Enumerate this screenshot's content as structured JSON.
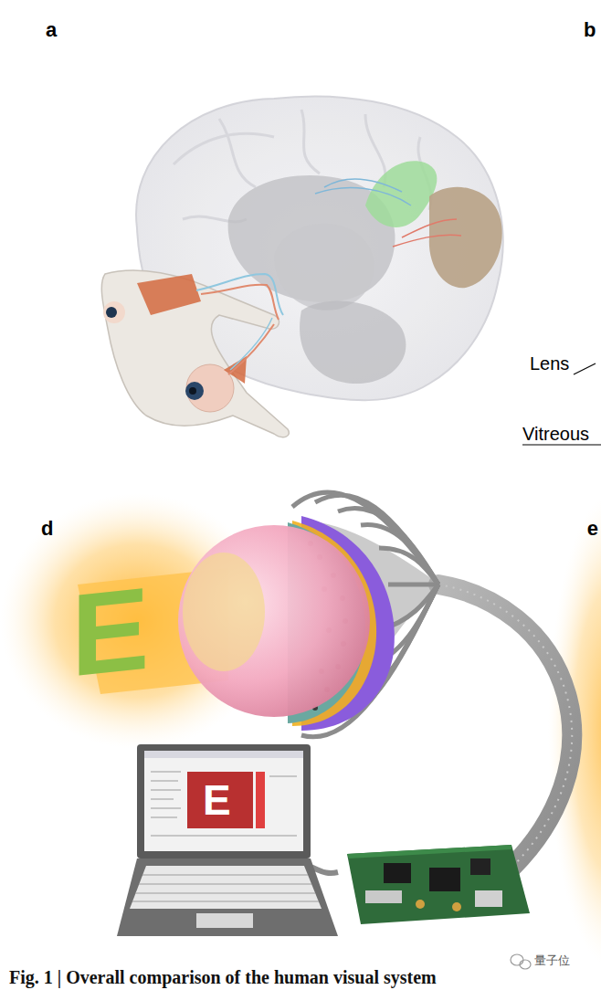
{
  "diagram": {
    "caption": "Fig. 1 | Overall comparison of the human visual system",
    "labels": [
      "a",
      "b",
      "Lens",
      "Vitreous",
      "d",
      "e",
      "E",
      "E",
      "量子位"
    ]
  }
}
